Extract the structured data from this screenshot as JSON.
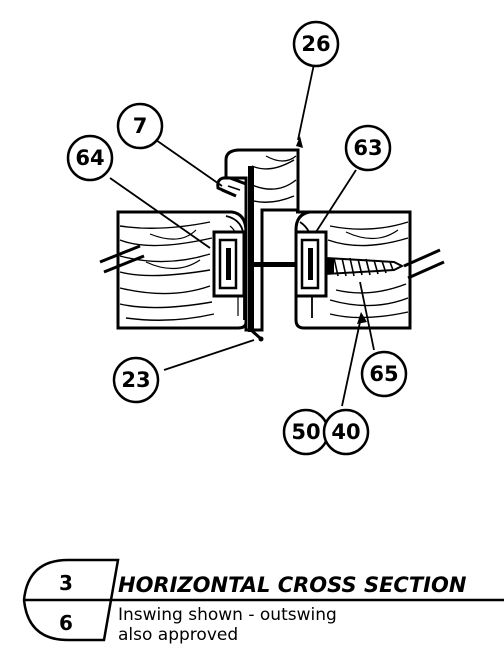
{
  "callouts": {
    "c26": "26",
    "c7": "7",
    "c64": "64",
    "c63": "63",
    "c23": "23",
    "c65": "65",
    "c50": "50",
    "c40": "40"
  },
  "detail_ref": {
    "top": "3",
    "bottom": "6"
  },
  "title": "HORIZONTAL CROSS SECTION",
  "note_line1": "Inswing shown - outswing",
  "note_line2": "also approved"
}
